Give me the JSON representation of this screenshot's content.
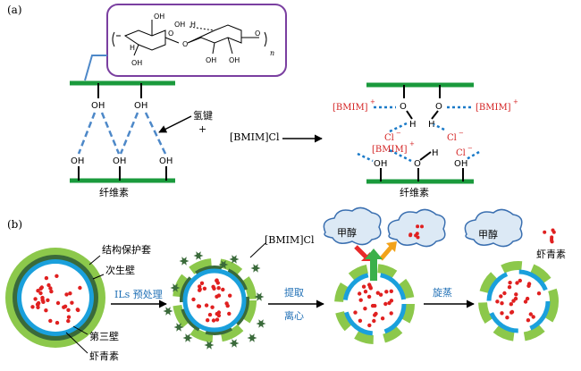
{
  "panel_a": {
    "label": "(a)",
    "structure": {
      "oh_top1": "OH",
      "oh_top2": "OH",
      "oh_mid1": "OH",
      "oh_mid2": "OH",
      "oh_low": "OH",
      "o_link1": "O",
      "o_link2": "O",
      "o_ring2": "O",
      "h_bond": "H",
      "h_left": "H",
      "n_sub": "n"
    },
    "left_fiber": {
      "oh_upper": [
        "OH",
        "OH"
      ],
      "oh_lower": [
        "OH",
        "OH",
        "OH"
      ],
      "caption": "纤维素"
    },
    "hbond_label": "氢键",
    "plus": "+",
    "reagent": "[BMIM]Cl",
    "right_fiber": {
      "bmim_left": "[BMIM]",
      "bmim_left_sup": "+",
      "bmim_right": "[BMIM]",
      "bmim_right_sup": "+",
      "bmim_mid": "[BMIM]",
      "bmim_mid_sup": "+",
      "o_top1": "O",
      "o_top2": "O",
      "h_top1": "H",
      "h_top2": "H",
      "cl1": "Cl",
      "cl2": "Cl",
      "cl3": "Cl",
      "cl_sup": "−",
      "oh_b1": "OH",
      "o_b2": "O",
      "h_b2": "H",
      "oh_b3": "OH",
      "caption": "纤维素"
    }
  },
  "panel_b": {
    "label": "(b)",
    "layer_labels": {
      "outer": "结构保护套",
      "second": "次生壁",
      "third": "第三壁",
      "content": "虾青素"
    },
    "reagent": "[BMIM]Cl",
    "step1": "ILs 预处理",
    "step2_line1": "提取",
    "step2_line2": "离心",
    "step3": "旋蒸",
    "cloud1": "甲醇",
    "cloud2": "甲醇",
    "product": "虾青素"
  },
  "colors": {
    "fiber_green": "#1a9a3c",
    "hbond_blue": "#4d88c8",
    "bmim_red": "#d42424",
    "outer_green": "#8cc84b",
    "dark_green": "#3a6a3a",
    "cyan_wall": "#1aa0dc",
    "dot_red": "#e02020",
    "frame_purple": "#7a3fa0",
    "step_blue": "#1f6fb5",
    "cloud_fill": "#dce9f5",
    "cloud_stroke": "#3a6fb0",
    "arrow_red": "#e82a2a",
    "arrow_orange": "#f2a21a",
    "arrow_green": "#3ab04a"
  }
}
